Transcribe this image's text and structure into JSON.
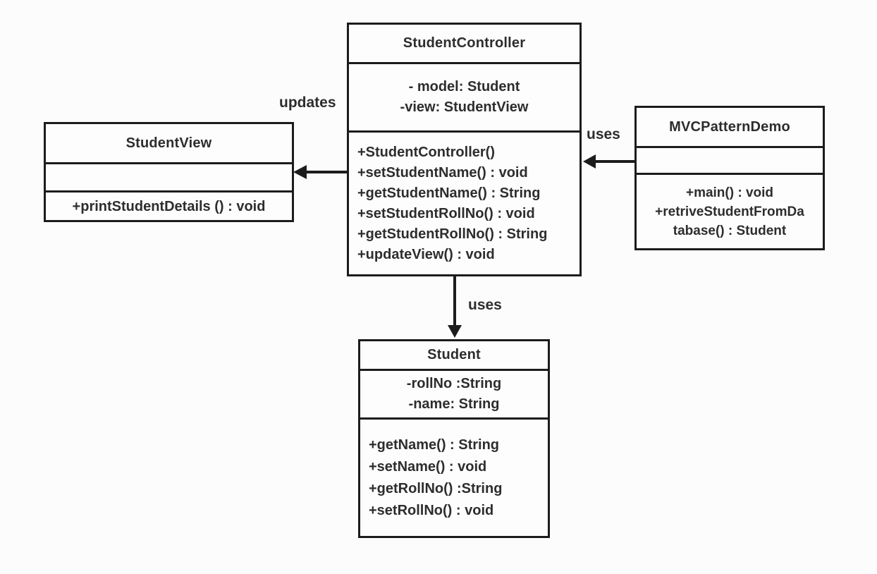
{
  "classes": [
    {
      "name": "StudentView",
      "attributes": [],
      "methods": [
        "+printStudentDetails () : void"
      ]
    },
    {
      "name": "StudentController",
      "attributes": [
        "- model: Student",
        "-view: StudentView"
      ],
      "methods": [
        "+StudentController()",
        "+setStudentName() : void",
        "+getStudentName() : String",
        "+setStudentRollNo() : void",
        "+getStudentRollNo() : String",
        "+updateView() : void"
      ]
    },
    {
      "name": "MVCPatternDemo",
      "attributes": [],
      "methods": [
        "+main() : void",
        "+retriveStudentFromDa",
        "tabase() : Student"
      ]
    },
    {
      "name": "Student",
      "attributes": [
        "-rollNo :String",
        "-name: String"
      ],
      "methods": [
        "+getName() : String",
        "+setName() : void",
        "+getRollNo() :String",
        "+setRollNo() : void"
      ]
    }
  ],
  "relationships": [
    {
      "label": "updates",
      "from": "StudentController",
      "to": "StudentView"
    },
    {
      "label": "uses",
      "from": "MVCPatternDemo",
      "to": "StudentController"
    },
    {
      "label": "uses",
      "from": "StudentController",
      "to": "Student"
    }
  ],
  "colors": {
    "line": "#1c1c1c",
    "text": "#2d2d2d",
    "background": "#fcfcfc"
  }
}
